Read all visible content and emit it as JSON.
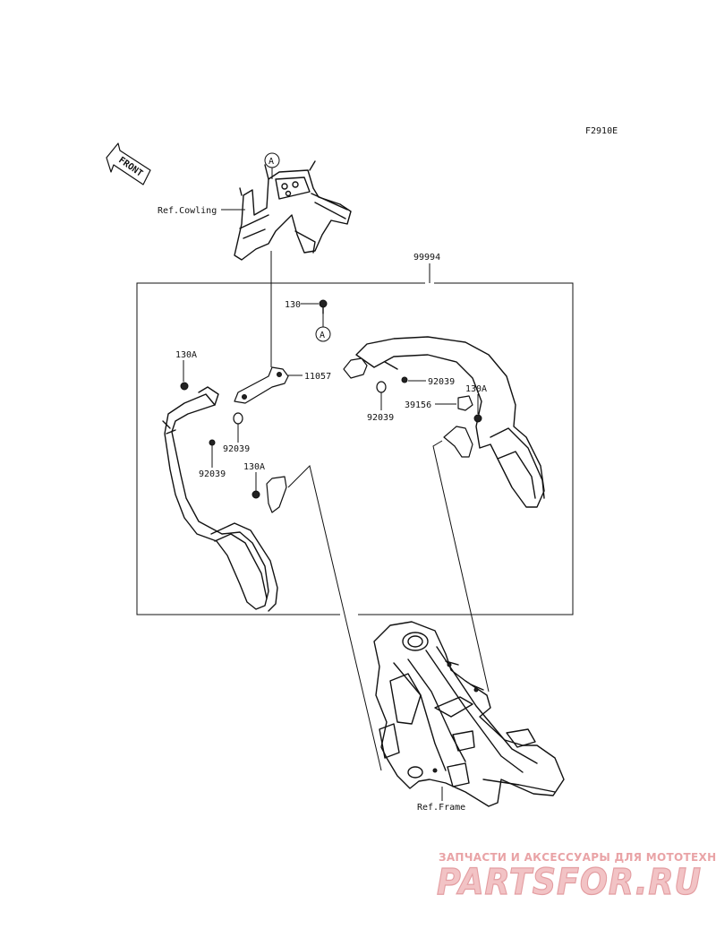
{
  "diagram_code": "F2910E",
  "front_label": "FRONT",
  "ref_labels": {
    "cowling": "Ref.Cowling",
    "frame": "Ref.Frame"
  },
  "callout_marker": "A",
  "assembly_number": "99994",
  "parts": [
    {
      "id": "p-130",
      "label": "130"
    },
    {
      "id": "p-130a-left-top",
      "label": "130A"
    },
    {
      "id": "p-11057",
      "label": "11057"
    },
    {
      "id": "p-92039-center",
      "label": "92039"
    },
    {
      "id": "p-92039-left-a",
      "label": "92039"
    },
    {
      "id": "p-92039-left-b",
      "label": "92039"
    },
    {
      "id": "p-130a-left-low",
      "label": "130A"
    },
    {
      "id": "p-92039-right-a",
      "label": "92039"
    },
    {
      "id": "p-39156",
      "label": "39156"
    },
    {
      "id": "p-130a-right",
      "label": "130A"
    }
  ],
  "watermark": {
    "tagline": "ЗАПЧАСТИ И АКСЕССУАРЫ ДЛЯ МОТОТЕХНИКИ",
    "logo": "PARTSFOR.RU"
  }
}
